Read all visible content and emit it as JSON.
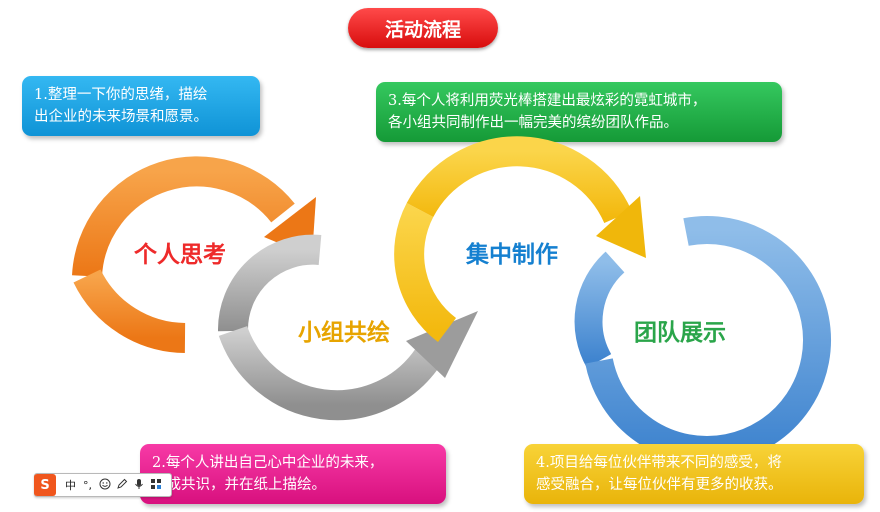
{
  "title": "活动流程",
  "stages": [
    {
      "label": "个人思考",
      "color": "#ee2a2a",
      "arrow_color": "#f08a2e"
    },
    {
      "label": "小组共绘",
      "color": "#e7a400",
      "arrow_color": "#a6a6a6"
    },
    {
      "label": "集中制作",
      "color": "#1580d0",
      "arrow_color": "#f5c116"
    },
    {
      "label": "团队展示",
      "color": "#2aa54a",
      "arrow_color": "#4f8fd4"
    }
  ],
  "notes": {
    "step1": [
      "1.整理一下你的思绪，描绘",
      "出企业的未来场景和愿景。"
    ],
    "step2": [
      "2.每个人讲出自己心中企业的未来，",
      "达成共识，并在纸上描绘。"
    ],
    "step3": [
      "3.每个人将利用荧光棒搭建出最炫彩的霓虹城市，",
      "各小组共同制作出一幅完美的缤纷团队作品。"
    ],
    "step4": [
      "4.项目给每位伙伴带来不同的感受，将",
      "感受融合，让每位伙伴有更多的收获。"
    ]
  },
  "ime_toolbar": {
    "logo": "S",
    "mode": "中",
    "punct": "°,",
    "emoji_icon": "smile-icon",
    "pen_icon": "pen-icon",
    "mic_icon": "mic-icon",
    "grid_icon": "grid-icon"
  }
}
